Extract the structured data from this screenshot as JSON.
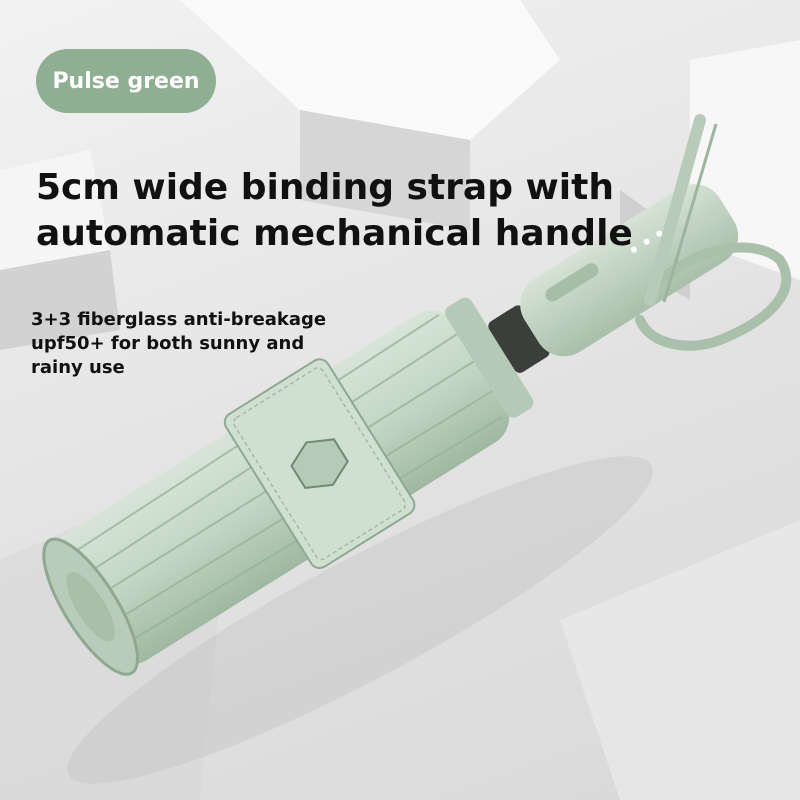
{
  "color_label": "Pulse green",
  "headline": {
    "line1": "5cm wide binding strap with",
    "line2": "automatic mechanical handle"
  },
  "features": [
    "3+3 fiberglass anti-breakage",
    "upf50+ for both sunny and",
    "rainy use"
  ],
  "colors": {
    "pill": "#8faf92",
    "umbrella": "#c4d6c5",
    "text": "#111111"
  }
}
